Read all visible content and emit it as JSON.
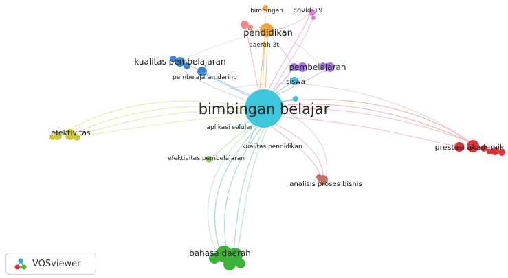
{
  "map": {
    "nodes": [
      {
        "id": "bimbingan-belajar",
        "label": "bimbingan belajar",
        "cluster": "cyan"
      },
      {
        "id": "pendidikan",
        "label": "pendidikan",
        "cluster": "orange"
      },
      {
        "id": "bimbingan",
        "label": "bimbingan",
        "cluster": "orange"
      },
      {
        "id": "daerah-3t",
        "label": "daerah 3t",
        "cluster": "orange"
      },
      {
        "id": "covid-19",
        "label": "covid-19",
        "cluster": "pink"
      },
      {
        "id": "pembelajaran",
        "label": "pembelajaran",
        "cluster": "purple"
      },
      {
        "id": "siswa",
        "label": "siswa",
        "cluster": "cyan"
      },
      {
        "id": "kualitas-pembelajaran",
        "label": "kualitas pembelajaran",
        "cluster": "blue"
      },
      {
        "id": "pembelajaran-daring",
        "label": "pembelajaran daring",
        "cluster": "blue"
      },
      {
        "id": "aplikasi-seluler",
        "label": "aplikasi seluler",
        "cluster": "cyan"
      },
      {
        "id": "efektivitas",
        "label": "efektivitas",
        "cluster": "yellow"
      },
      {
        "id": "kualitas-pendidikan",
        "label": "kualitas pendidikan",
        "cluster": "cyan"
      },
      {
        "id": "efektivitas-pembelajaran",
        "label": "efektivitas pembelajaran",
        "cluster": "lightgreen"
      },
      {
        "id": "prestasi-akademik",
        "label": "prestasi akademik",
        "cluster": "red"
      },
      {
        "id": "analisis-proses-bisnis",
        "label": "analisis proses bisnis",
        "cluster": "brown"
      },
      {
        "id": "bahasa-daerah",
        "label": "bahasa daerah",
        "cluster": "green"
      }
    ],
    "cluster_colors": {
      "cyan": "#3ec6dc",
      "orange": "#f2a33a",
      "pink": "#e07ad6",
      "salmon": "#ef8a8a",
      "purple": "#a779dc",
      "blue": "#3f86cf",
      "yellow": "#c9c93a",
      "lightgreen": "#8fd46b",
      "red": "#e0323b",
      "brown": "#c4706a",
      "green": "#3fb23c"
    }
  },
  "badge": {
    "label": "VOSviewer",
    "icon": "vosviewer-logo-icon"
  }
}
